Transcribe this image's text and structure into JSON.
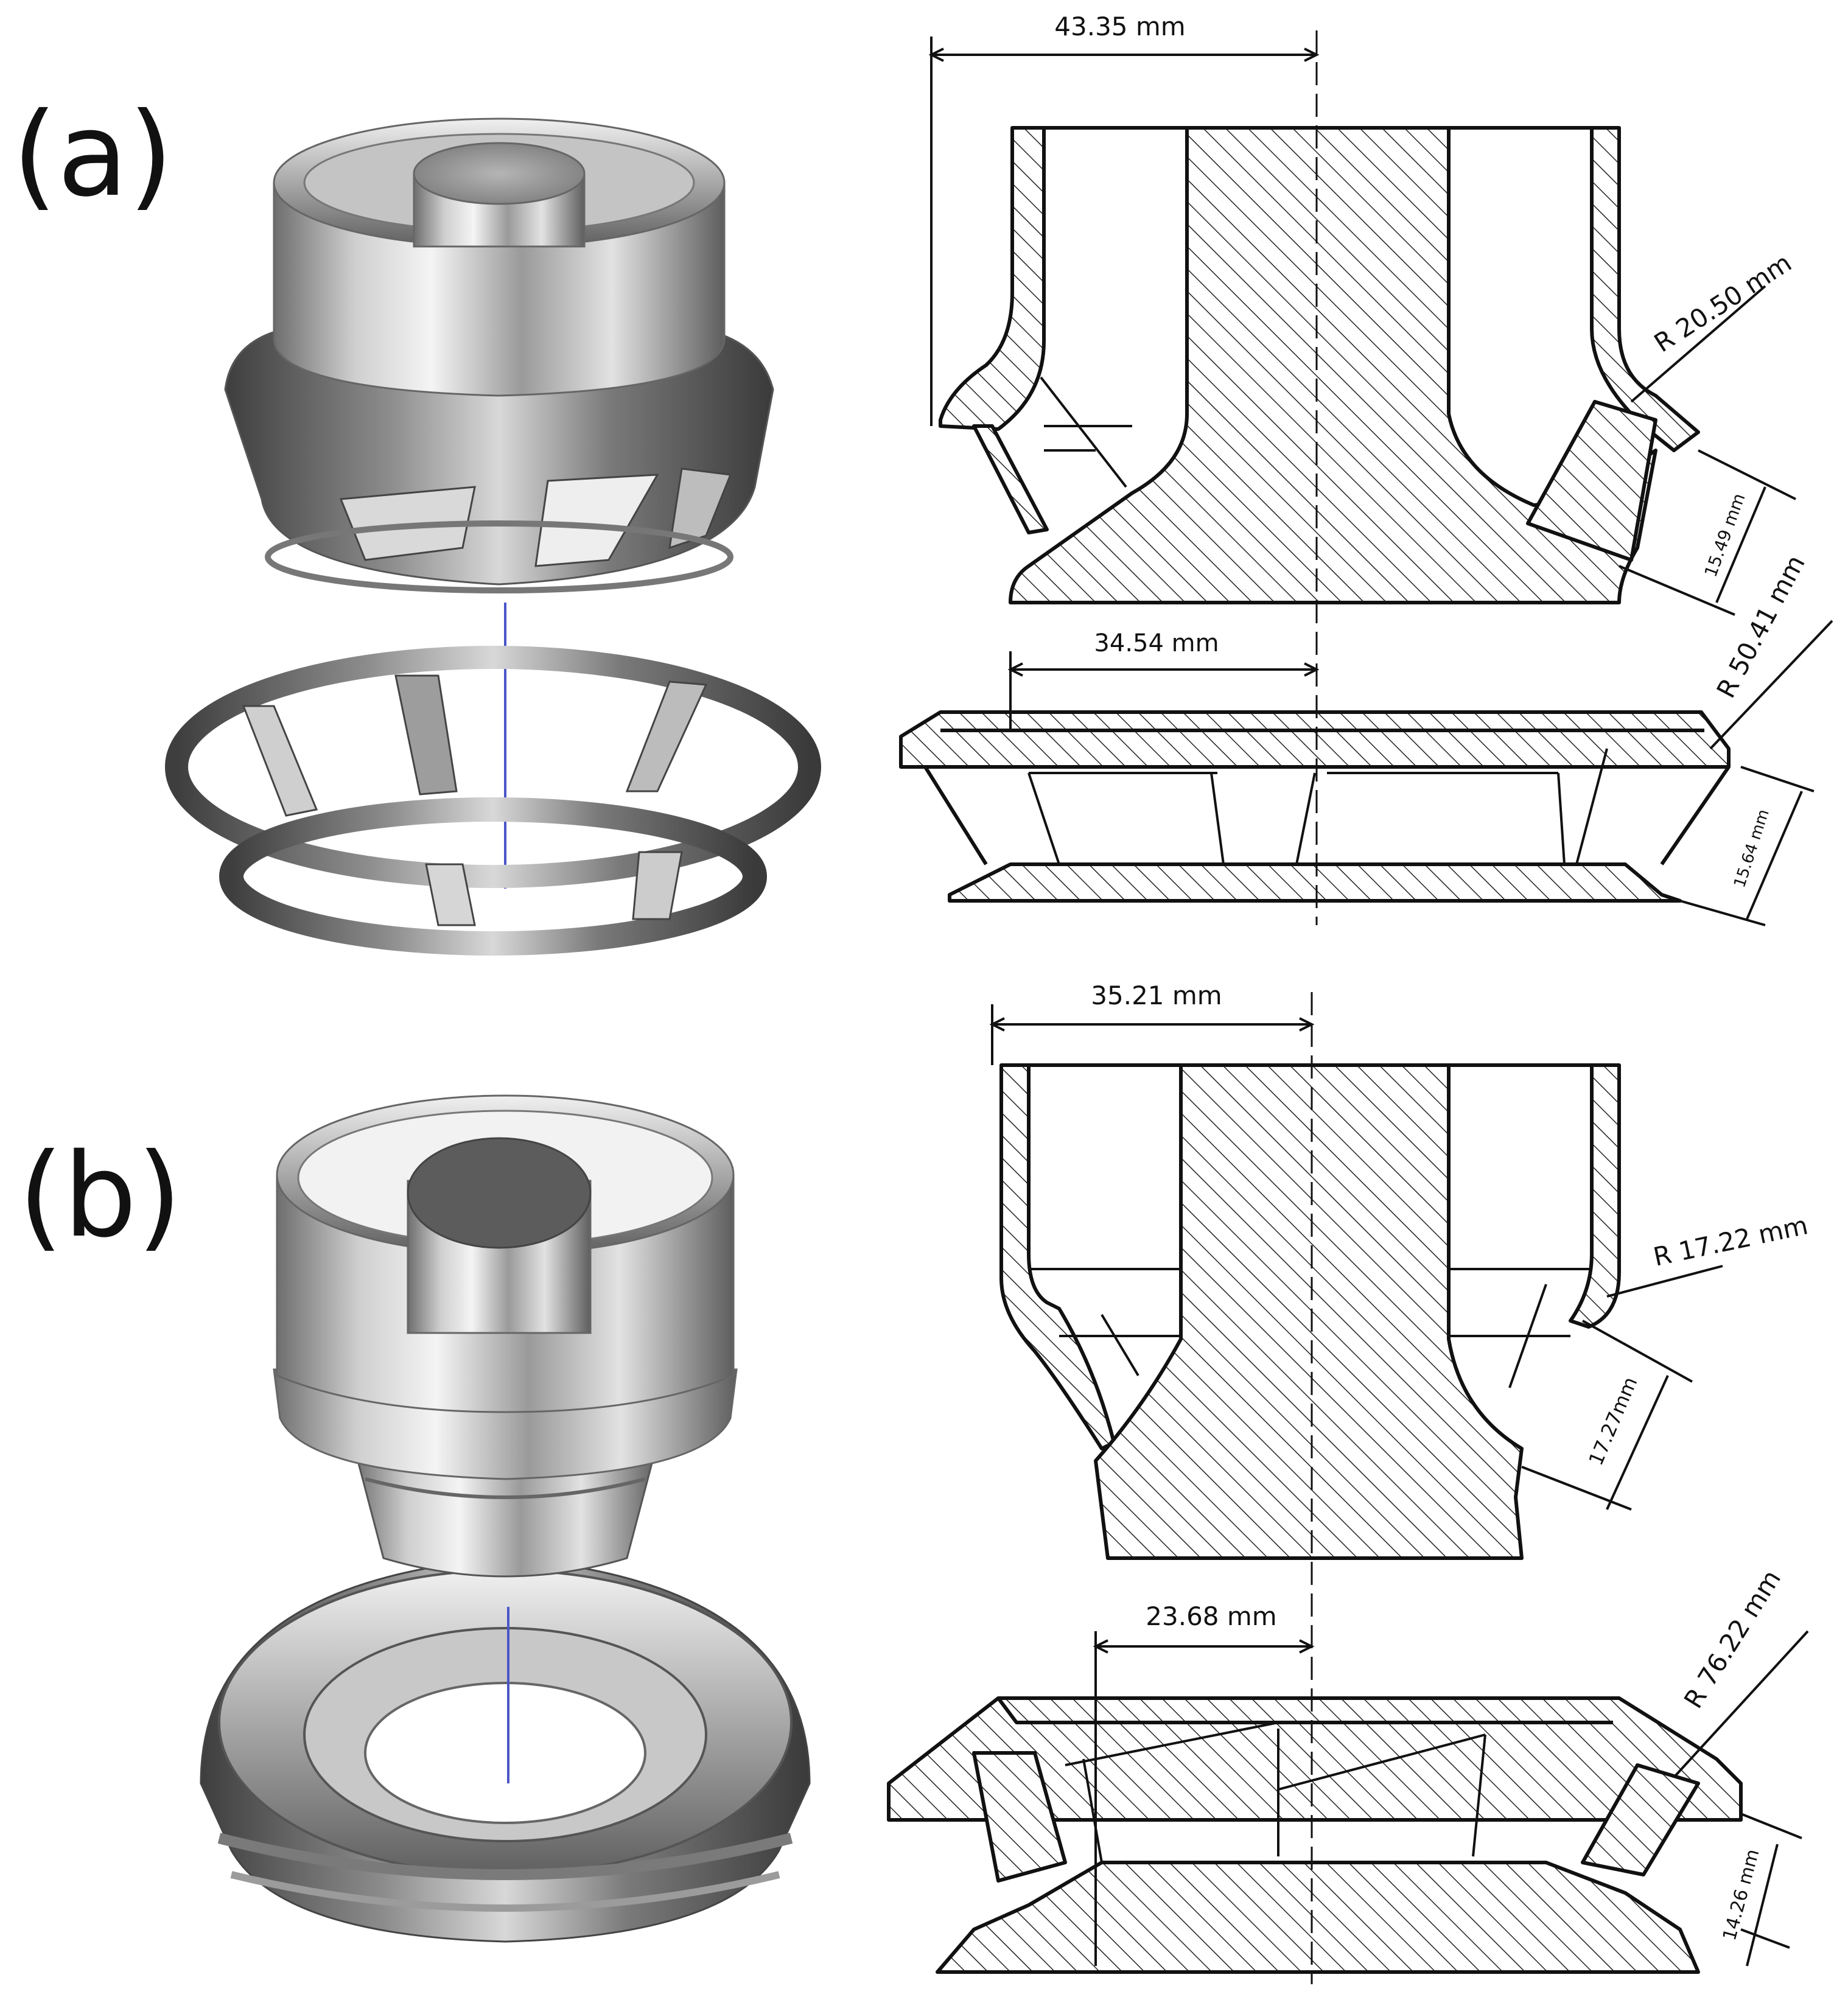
{
  "panels": {
    "a": {
      "label": "(a)",
      "upper_part": {
        "width_dim": "43.35 mm",
        "radius_dim": "R 20.50 mm",
        "height_dim": "15.49 mm"
      },
      "lower_part": {
        "width_dim": "34.54 mm",
        "radius_dim": "R 50.41 mm",
        "height_dim": "15.64 mm"
      }
    },
    "b": {
      "label": "(b)",
      "upper_part": {
        "width_dim": "35.21 mm",
        "radius_dim": "R 17.22 mm",
        "height_dim": "17.27mm"
      },
      "lower_part": {
        "width_dim": "23.68 mm",
        "radius_dim": "R 76.22 mm",
        "height_dim": "14.26 mm"
      }
    }
  },
  "colors": {
    "line": "#111111",
    "render_metal_light": "#e8e8e8",
    "render_metal_dark": "#5a5a5a",
    "axis_blue": "#4b55c8"
  }
}
